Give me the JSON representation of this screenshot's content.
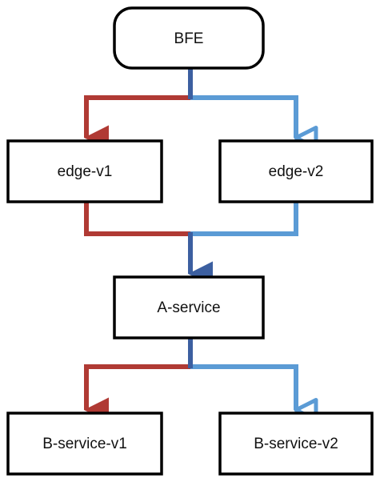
{
  "nodes": {
    "bfe": {
      "label": "BFE"
    },
    "edge_v1": {
      "label": "edge-v1"
    },
    "edge_v2": {
      "label": "edge-v2"
    },
    "a_service": {
      "label": "A-service"
    },
    "b_service_v1": {
      "label": "B-service-v1"
    },
    "b_service_v2": {
      "label": "B-service-v2"
    }
  },
  "colors": {
    "v1_path": "#b03a34",
    "v2_path": "#5b9bd5",
    "merged_path": "#3c5fa0",
    "box_border": "#000000",
    "background": "#ffffff"
  }
}
